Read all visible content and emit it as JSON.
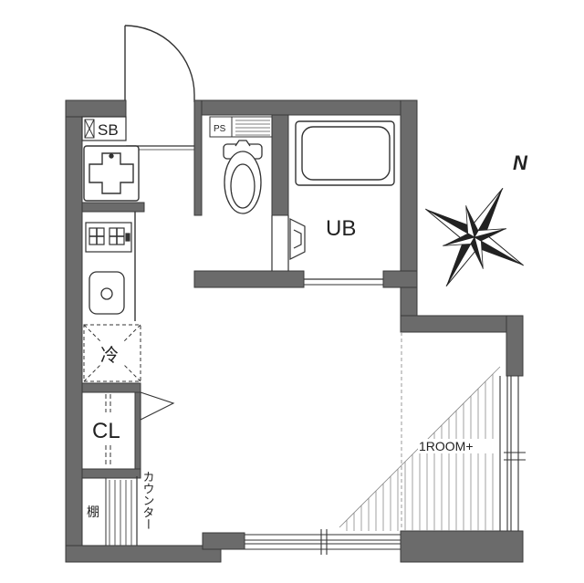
{
  "labels": {
    "sb": "SB",
    "ps": "PS",
    "ub": "UB",
    "fridge": "冷",
    "closet": "CL",
    "room": "1ROOM+",
    "counter": "カウンター",
    "shelf": "棚",
    "north": "N"
  },
  "colors": {
    "wall": "#6b6b6b",
    "wall_edge": "#3a3a3a",
    "line": "#333333",
    "light_line": "#9a9a9a",
    "background": "#ffffff"
  }
}
